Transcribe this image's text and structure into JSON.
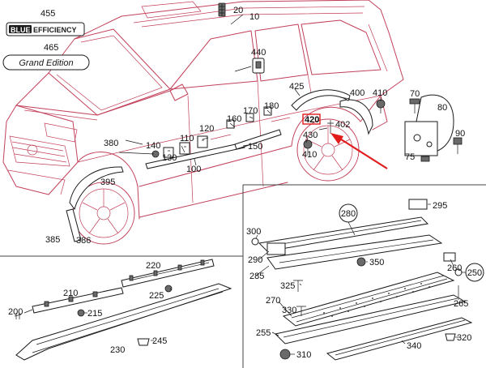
{
  "colors": {
    "car_line": "#c2405a",
    "arrow": "#e21b1b",
    "part_line": "#1a1a1a",
    "frame": "#444444",
    "highlight_box": "#e21b1b"
  },
  "badges": {
    "blue_efficiency": {
      "blue": "BLUE",
      "rest": "EFFICIENCY"
    },
    "grand_edition": "Grand Edition"
  },
  "callouts": {
    "c455": "455",
    "c465": "465",
    "c20": "20",
    "c10": "10",
    "c440": "440",
    "c380": "380",
    "c425": "425",
    "c400": "400",
    "c410": "410",
    "c70": "70",
    "c80": "80",
    "c90": "90",
    "c75": "75",
    "c170": "170",
    "c180": "180",
    "c160": "160",
    "c120": "120",
    "c140": "140",
    "c130": "130",
    "c110": "110",
    "c150": "150",
    "c100": "100",
    "c420": "420",
    "c402": "402",
    "c430": "430",
    "c395": "395",
    "c385": "385",
    "c386": "386",
    "c220": "220",
    "c210": "210",
    "c225": "225",
    "c200": "200",
    "c215": "215",
    "c245": "245",
    "c230": "230",
    "c280": "280",
    "c295": "295",
    "c300": "300",
    "c290": "290",
    "c285": "285",
    "c350": "350",
    "c325": "325",
    "c270": "270",
    "c330": "330",
    "c260": "260",
    "c250": "250",
    "c265": "265",
    "c255": "255",
    "c310": "310",
    "c340": "340",
    "c320": "320"
  }
}
